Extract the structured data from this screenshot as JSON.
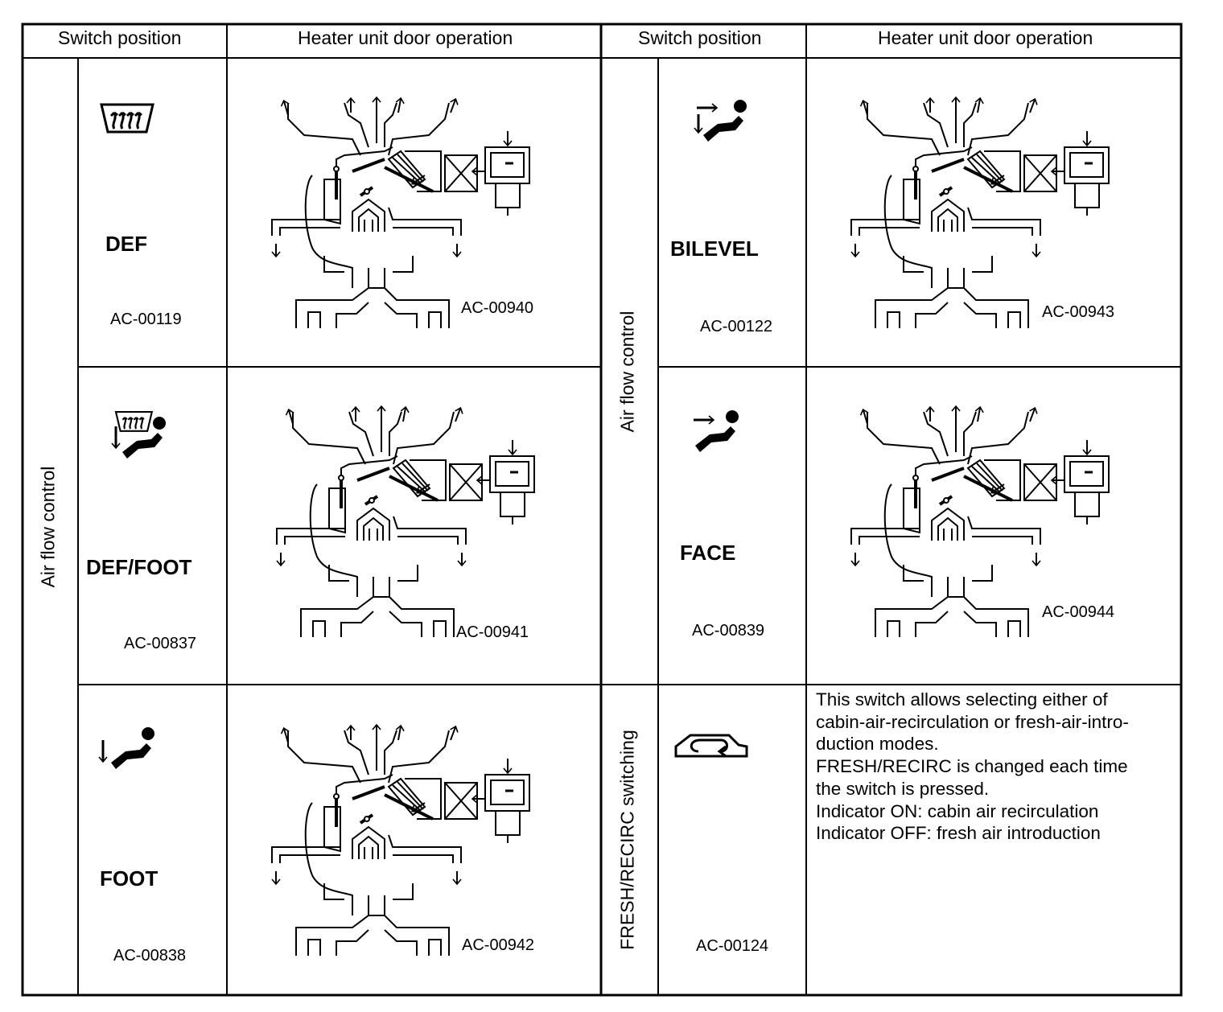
{
  "header": {
    "switch_position": "Switch position",
    "heater_unit_door_operation": "Heater unit door operation"
  },
  "group_labels": {
    "air_flow_control": "Air flow control",
    "fresh_recirc_switching": "FRESH/RECIRC switching"
  },
  "modes": {
    "def": {
      "name": "DEF",
      "icon_code": "AC-00119",
      "diagram_code": "AC-00940"
    },
    "def_foot": {
      "name": "DEF/FOOT",
      "icon_code": "AC-00837",
      "diagram_code": "AC-00941"
    },
    "foot": {
      "name": "FOOT",
      "icon_code": "AC-00838",
      "diagram_code": "AC-00942"
    },
    "bilevel": {
      "name": "BILEVEL",
      "icon_code": "AC-00122",
      "diagram_code": "AC-00943"
    },
    "face": {
      "name": "FACE",
      "icon_code": "AC-00839",
      "diagram_code": "AC-00944"
    },
    "recirc": {
      "icon_code": "AC-00124"
    }
  },
  "recirc_description": [
    "This switch allows selecting either of",
    "cabin-air-recirculation or fresh-air-intro-",
    "duction modes.",
    "FRESH/RECIRC is changed each time",
    "the switch is pressed.",
    "Indicator ON: cabin air recirculation",
    "Indicator OFF: fresh air introduction"
  ]
}
